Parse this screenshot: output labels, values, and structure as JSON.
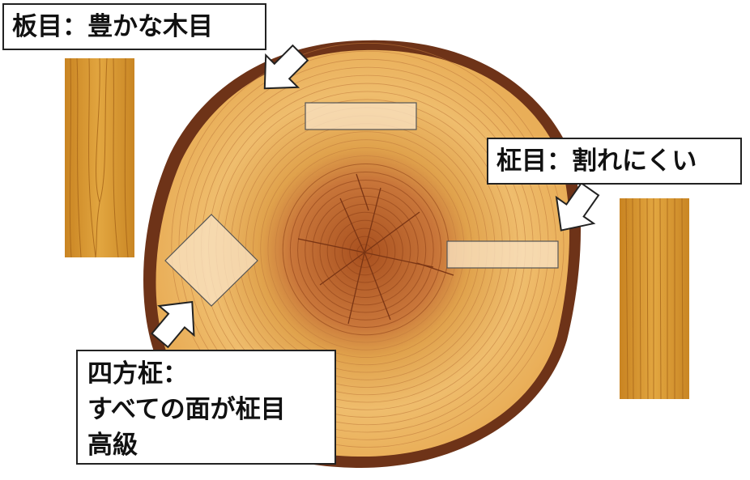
{
  "labels": {
    "itame": "板目：豊かな木目",
    "masame": "柾目：割れにくい",
    "shihou_lines": [
      "四方柾：",
      "すべての面が柾目",
      "高級"
    ]
  },
  "colors": {
    "bark": "#6e3318",
    "ring_light": "#f0c071",
    "ring_mid": "#e0a24c",
    "heartwood": "#b5602a",
    "ring_line": "#b06a38",
    "plank": "#d6962e",
    "cut_highlight": "#f8e2c2"
  },
  "icons": [
    "arrow-icon"
  ]
}
